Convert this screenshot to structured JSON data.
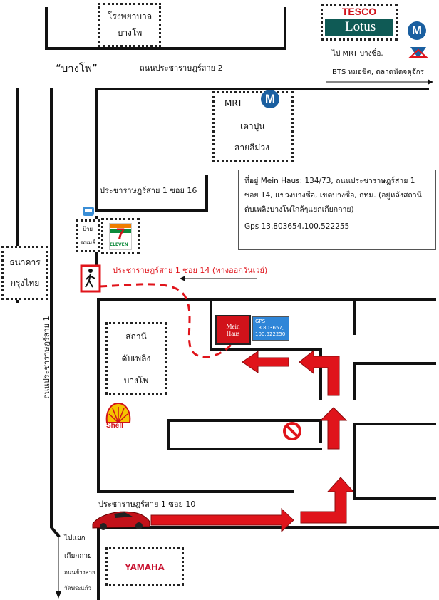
{
  "landmarks": {
    "hospital": [
      "โรงพยาบาล",
      "บางโพ"
    ],
    "area_name": "“บางโพ”",
    "road_pracharat2": "ถนนประชาราษฎร์สาย 2",
    "tesco_top": "TESCO",
    "tesco_bottom": "Lotus",
    "mrt_top_note_1": "ไป MRT บางซื่อ,",
    "mrt_top_note_2": "BTS หมอชิต, ตลาดนัดจตุจักร",
    "mrt_station": [
      "MRT",
      "เตาปูน",
      "สายสีม่วง"
    ],
    "soi16": "ประชาราษฎร์สาย 1 ซอย 16",
    "bus_stop": [
      "ป้าย",
      "รถเมล์"
    ],
    "seven_eleven": "ELEVEN",
    "seven": "7",
    "bank": [
      "ธนาคาร",
      "กรุงไทย"
    ],
    "soi14": "ประชาราษฎร์สาย 1 ซอย 14 (ทางออกวันเวย์)",
    "mein_haus_box": [
      "Mein",
      "Haus"
    ],
    "gps_box": [
      "GPS",
      "13.803657,",
      "100.522250"
    ],
    "fire_station": [
      "สถานี",
      "ดับเพลิง",
      "บางโพ"
    ],
    "road_pracharat1": "ถนนประชาราษฎร์สาย 1",
    "shell": "Shell",
    "soi10": "ประชาราษฎร์สาย 1 ซอย 10",
    "to_kiakkai": [
      "ไปแยก",
      "เกียกกาย",
      "ถนนข้างสาย",
      "วัดพระแก้ว"
    ],
    "yamaha": "YAMAHA",
    "metro_letter": "M",
    "bts_label": "BTS"
  },
  "info": {
    "line1": "ที่อยู่ Mein Haus: 134/73, ถนนประชาราษฎร์สาย 1",
    "line2": "ซอย 14, แขวงบางซื่อ, เขตบางซื่อ, กทม. (อยู่หลังสถานี",
    "line3": "ดับเพลิงบางโพใกล้ๆแยกเกียกกาย)",
    "gps": "Gps 13.803654,100.522255"
  },
  "colors": {
    "route": "#e0141b",
    "arrow_outline": "#8a0b0e",
    "metro": "#1a5fa0",
    "gps_box": "#2f86d8"
  }
}
